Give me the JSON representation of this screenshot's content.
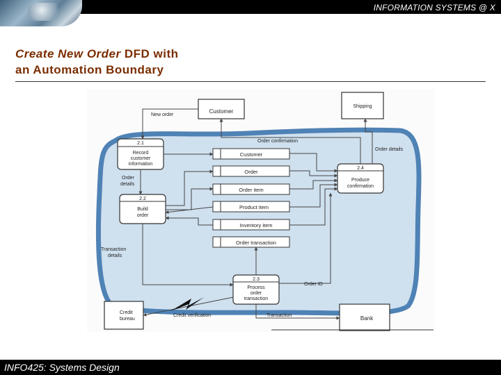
{
  "header": {
    "course": "INFORMATION SYSTEMS @ X"
  },
  "slide": {
    "title_em": "Create New Order",
    "title_rest": " DFD with",
    "title_line2": "an Automation Boundary"
  },
  "footer": {
    "label": "INFO425: Systems Design"
  },
  "diagram": {
    "external_entities": {
      "customer": "Customer",
      "shipping": "Shipping",
      "credit": [
        "Credit",
        "bureau"
      ],
      "bank": "Bank"
    },
    "processes": {
      "p21": {
        "id": "2.1",
        "label": [
          "Record",
          "customer",
          "information"
        ]
      },
      "p22": {
        "id": "2.2",
        "label": [
          "Build",
          "order"
        ]
      },
      "p23": {
        "id": "2.3",
        "label": [
          "Process",
          "order",
          "transaction"
        ]
      },
      "p24": {
        "id": "2.4",
        "label": [
          "Produce",
          "confirmation"
        ]
      }
    },
    "data_stores": [
      "Customer",
      "Order",
      "Order item",
      "Product item",
      "Inventory item",
      "Order transaction"
    ],
    "flows": {
      "new_order": "New order",
      "order_confirmation": "Order confirmation",
      "order_details_right": "Order details",
      "order_details_left": [
        "Order",
        "details"
      ],
      "transaction_details": [
        "Transaction",
        "details"
      ],
      "order_id": "Order ID",
      "credit_verification": "Credit verification",
      "transaction": "Transaction"
    }
  }
}
